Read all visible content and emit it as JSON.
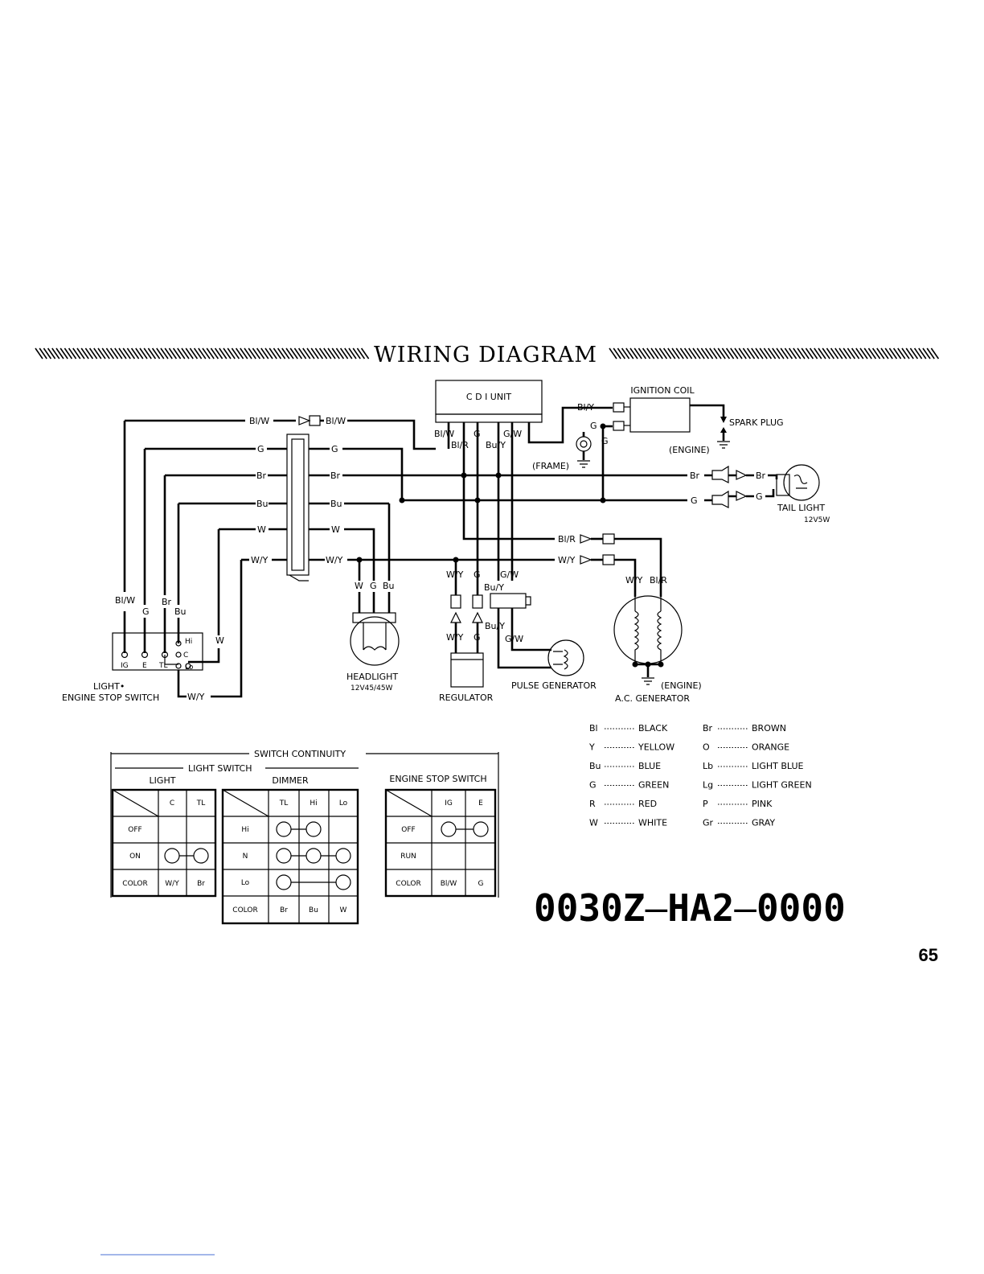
{
  "title": "WIRING DIAGRAM",
  "page_number": "65",
  "part_number": {
    "prefix": "0030Z",
    "sep1": "–",
    "mid": "HA2",
    "sep2": "–",
    "suffix": "0000"
  },
  "components": {
    "cdi": "C D I UNIT",
    "ignition_coil": "IGNITION COIL",
    "spark_plug": "SPARK PLUG",
    "engine_spark": "(ENGINE)",
    "frame": "(FRAME)",
    "tail_light": "TAIL LIGHT",
    "tail_light_rating": "12V5W",
    "headlight": "HEADLIGHT",
    "headlight_rating": "12V45/45W",
    "regulator": "REGULATOR",
    "pulse_generator": "PULSE GENERATOR",
    "engine_ac": "(ENGINE)",
    "ac_generator": "A.C. GENERATOR",
    "switch_name_1": "LIGHT•",
    "switch_name_2": "ENGINE STOP SWITCH"
  },
  "wire_labels": {
    "blw": "Bl/W",
    "g": "G",
    "br": "Br",
    "bu": "Bu",
    "w": "W",
    "wy": "W/Y",
    "bly": "Bl/Y",
    "blr": "Bl/R",
    "buy": "Bu/Y",
    "gw": "G/W",
    "hi": "Hi",
    "c": "C",
    "lo": "Lo",
    "ig": "IG",
    "e": "E",
    "tl": "TL"
  },
  "color_codes": [
    {
      "code": "Bl",
      "name": "BLACK"
    },
    {
      "code": "Y",
      "name": "YELLOW"
    },
    {
      "code": "Bu",
      "name": "BLUE"
    },
    {
      "code": "G",
      "name": "GREEN"
    },
    {
      "code": "R",
      "name": "RED"
    },
    {
      "code": "W",
      "name": "WHITE"
    },
    {
      "code": "Br",
      "name": "BROWN"
    },
    {
      "code": "O",
      "name": "ORANGE"
    },
    {
      "code": "Lb",
      "name": "LIGHT BLUE"
    },
    {
      "code": "Lg",
      "name": "LIGHT GREEN"
    },
    {
      "code": "P",
      "name": "PINK"
    },
    {
      "code": "Gr",
      "name": "GRAY"
    }
  ],
  "switch_continuity": {
    "title": "SWITCH CONTINUITY",
    "light_switch": "LIGHT SWITCH",
    "light": {
      "title": "LIGHT",
      "cols": [
        "C",
        "TL"
      ],
      "rows": [
        "OFF",
        "ON"
      ],
      "color_label": "COLOR",
      "colors": [
        "W/Y",
        "Br"
      ]
    },
    "dimmer": {
      "title": "DIMMER",
      "cols": [
        "TL",
        "Hi",
        "Lo"
      ],
      "rows": [
        "Hi",
        "N",
        "Lo"
      ],
      "color_label": "COLOR",
      "colors": [
        "Br",
        "Bu",
        "W"
      ]
    },
    "engine_stop": {
      "title": "ENGINE STOP SWITCH",
      "cols": [
        "IG",
        "E"
      ],
      "rows": [
        "OFF",
        "RUN"
      ],
      "color_label": "COLOR",
      "colors": [
        "Bl/W",
        "G"
      ]
    }
  }
}
